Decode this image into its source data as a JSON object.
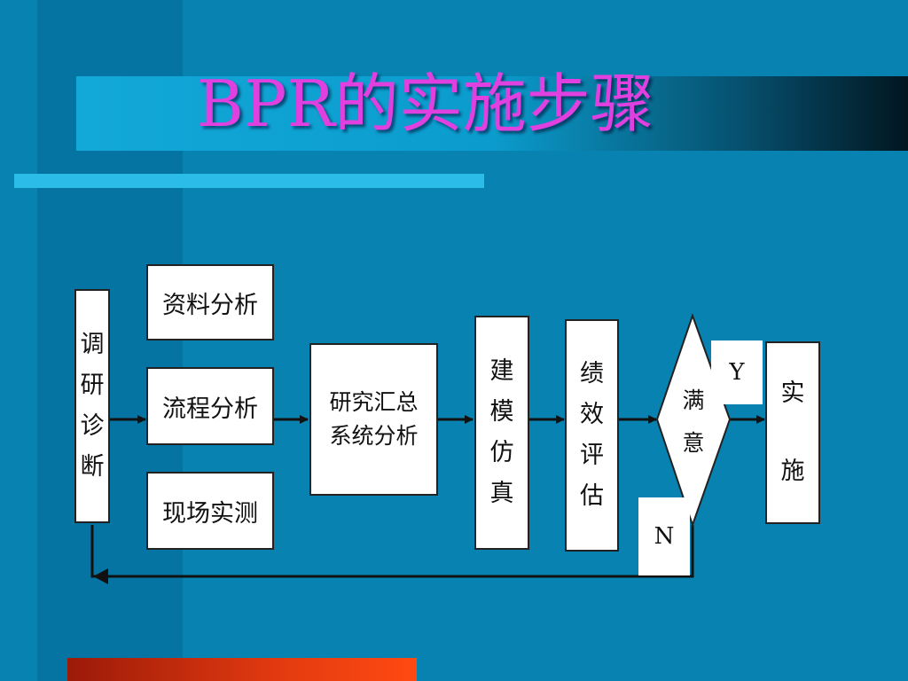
{
  "title": "BPR的实施步骤",
  "colors": {
    "background": "#0882b0",
    "title": "#e040e0",
    "box_fill": "#ffffff",
    "box_border": "#222222",
    "arrow": "#111111"
  },
  "diagram": {
    "start": "调\n研\n诊\n断",
    "analyses": [
      "资料分析",
      "流程分析",
      "现场实测"
    ],
    "summary": "研究汇总\n系统分析",
    "modeling": "建\n模\n仿\n真",
    "evaluation": "绩\n效\n评\n估",
    "decision": "满\n意",
    "yes_label": "Y",
    "no_label": "N",
    "implement": "实\n\n施"
  }
}
